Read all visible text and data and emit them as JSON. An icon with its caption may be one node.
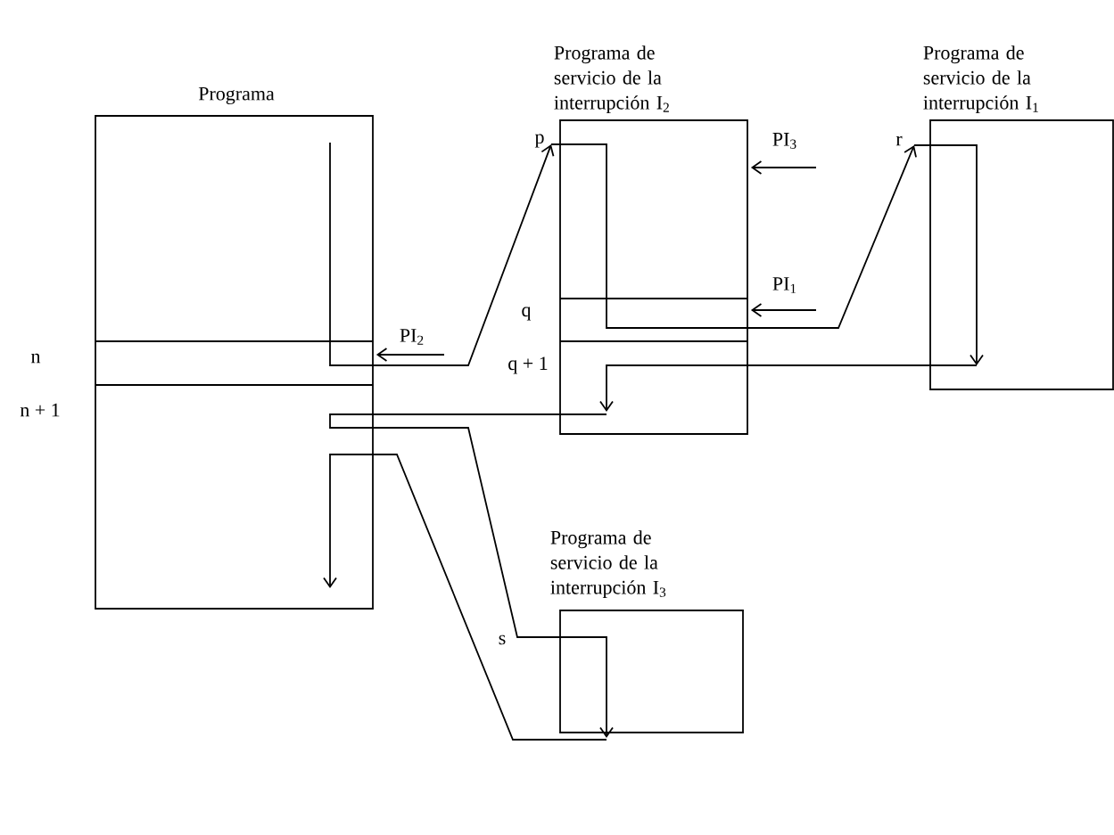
{
  "diagram": {
    "nodes": [
      {
        "text": [
          "Programa"
        ]
      },
      {
        "text": [
          "Programa de servicio de la interrupción I$_{2}$"
        ]
      },
      {
        "text": [
          "Programa de servicio de la interrupción I$_{1}$"
        ]
      },
      {
        "text": [
          "Programa de servicio de la interrupción I$_{3}$"
        ]
      }
    ],
    "edges": [
      {
        "from": null,
        "to": 0,
        "arrow": "to",
        "label": "PI$_{2}$"
      },
      {
        "from": null,
        "to": 1,
        "arrow": "to",
        "label": "PI$_{3}$"
      },
      {
        "from": null,
        "to": 1,
        "arrow": "to",
        "label": "PI$_{1}$"
      },
      {
        "from": 0,
        "to": 1,
        "arrow": "to"
      },
      {
        "from": 1,
        "to": 2,
        "arrow": "to"
      },
      {
        "from": 2,
        "to": 1,
        "arrow": "to"
      },
      {
        "from": 1,
        "to": 0,
        "arrow": "none"
      },
      {
        "from": 0,
        "to": 3,
        "arrow": "none"
      },
      {
        "from": 3,
        "to": 0,
        "arrow": "to"
      }
    ],
    "labels": [
      "p",
      "q",
      "r",
      "n",
      "q + 1",
      "n + 1",
      "s"
    ]
  }
}
